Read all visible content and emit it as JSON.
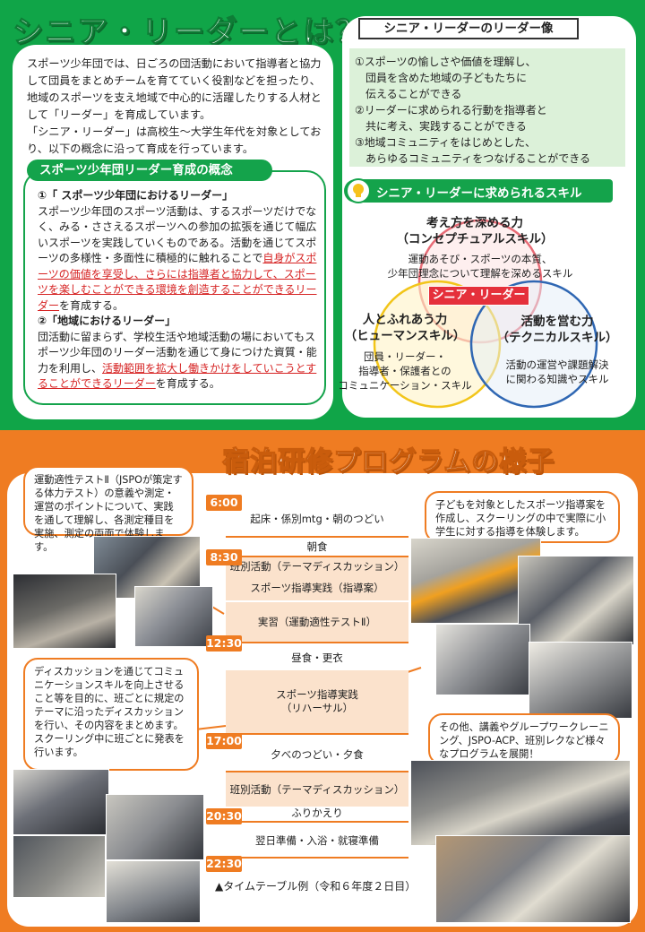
{
  "top": {
    "title": "シニア・リーダーとは？",
    "intro": [
      "スポーツ少年団では、日ごろの団活動において指導者と協力して団員をまとめチームを育てていく役割などを担ったり、地域のスポーツを支え地域で中心的に活躍したりする人材として「リーダー」を育成しています。",
      "「シニア・リーダー」は高校生～大学生年代を対象としており、以下の概念に沿って育成を行っています。"
    ],
    "concept": {
      "title": "スポーツ少年団リーダー育成の概念",
      "item1_head": "①「 スポーツ少年団におけるリーダー」",
      "item1_pre": "スポーツ少年団のスポーツ活動は、するスポーツだけでなく、みる・ささえるスポーツへの参加の拡張を通じて幅広いスポーツを実践していくものである。活動を通じてスポーツの多様性・多面性に積極的に触れることで",
      "item1_red": "自身がスポーツの価値を享受し、さらには指導者と協力して、スポーツを楽しむことができる環境を創造することができるリーダー",
      "item1_post": "を育成する。",
      "item2_head": "②「地域におけるリーダー」",
      "item2_pre": "団活動に留まらず、学校生活や地域活動の場においてもスポーツ少年団のリーダー活動を通じて身につけた資質・能力を利用し、",
      "item2_red": "活動範囲を拡大し働きかけをしていこうとすることができるリーダー",
      "item2_post": "を育成する。"
    },
    "image": {
      "title": "シニア・リーダーのリーダー像",
      "items": [
        "①スポーツの愉しさや価値を理解し、",
        "　団員を含めた地域の子どもたちに",
        "　伝えることができる",
        "②リーダーに求められる行動を指導者と",
        "　共に考え、実践することができる",
        "③地域コミュニティをはじめとした、",
        "　あらゆるコミュニティをつなげることができる"
      ]
    },
    "skills": {
      "title": "シニア・リーダーに求められるスキル",
      "center": "シニア・リーダー",
      "concept_head": "考え方を深める力",
      "concept_sub": "（コンセプチュアルスキル）",
      "concept_desc1": "運動あそび・スポーツの本質、",
      "concept_desc2": "少年団理念について理解を深めるスキル",
      "human_head": "人とふれあう力",
      "human_sub": "（ヒューマンスキル）",
      "human_desc1": "団員・リーダー・",
      "human_desc2": "指導者・保護者との",
      "human_desc3": "コミュニケーション・スキル",
      "tech_head": "活動を営む力",
      "tech_sub": "（テクニカルスキル）",
      "tech_desc1": "活動の運営や課題解決",
      "tech_desc2": "に関わる知識やスキル"
    }
  },
  "bottom": {
    "title": "宿泊研修プログラムの様子",
    "callouts": {
      "test": "運動適性テストⅡ（JSPOが策定する体力テスト）の意義や測定・運営のポイントについて、実践を通して理解し、各測定種目を実施、測定の両面で体験します。",
      "discussion": "ディスカッションを通じてコミュニケーションスキルを向上させること等を目的に、班ごとに規定のテーマに沿ったディスカッションを行い、その内容をまとめます。\nスクーリング中に班ごとに発表を行います。",
      "coaching": "子どもを対象としたスポーツ指導案を作成し、スクーリングの中で実際に小学生に対する指導を体験します。",
      "other": "その他、講義やグループワークレーニング、JSPO-ACP、班別レクなど様々なプログラムを展開！"
    },
    "timeline": {
      "times": [
        "6:00",
        "8:30",
        "12:30",
        "17:00",
        "20:30",
        "22:30"
      ],
      "wake": "起床・係別mtg・朝のつどい",
      "breakfast": "朝食",
      "group1": "班別活動（テーマディスカッション）",
      "coach_plan": "スポーツ指導実践（指導案）",
      "practice1": "実習（運動適性テストⅡ）",
      "lunch": "昼食・更衣",
      "rehearsal1": "スポーツ指導実践",
      "rehearsal2": "（リハーサル）",
      "dinner": "夕べのつどい・夕食",
      "group2": "班別活動（テーマディスカッション）",
      "review": "ふりかえり",
      "prep": "翌日準備・入浴・就寝準備",
      "caption": "▲タイムテーブル例（令和６年度２日目）"
    }
  }
}
